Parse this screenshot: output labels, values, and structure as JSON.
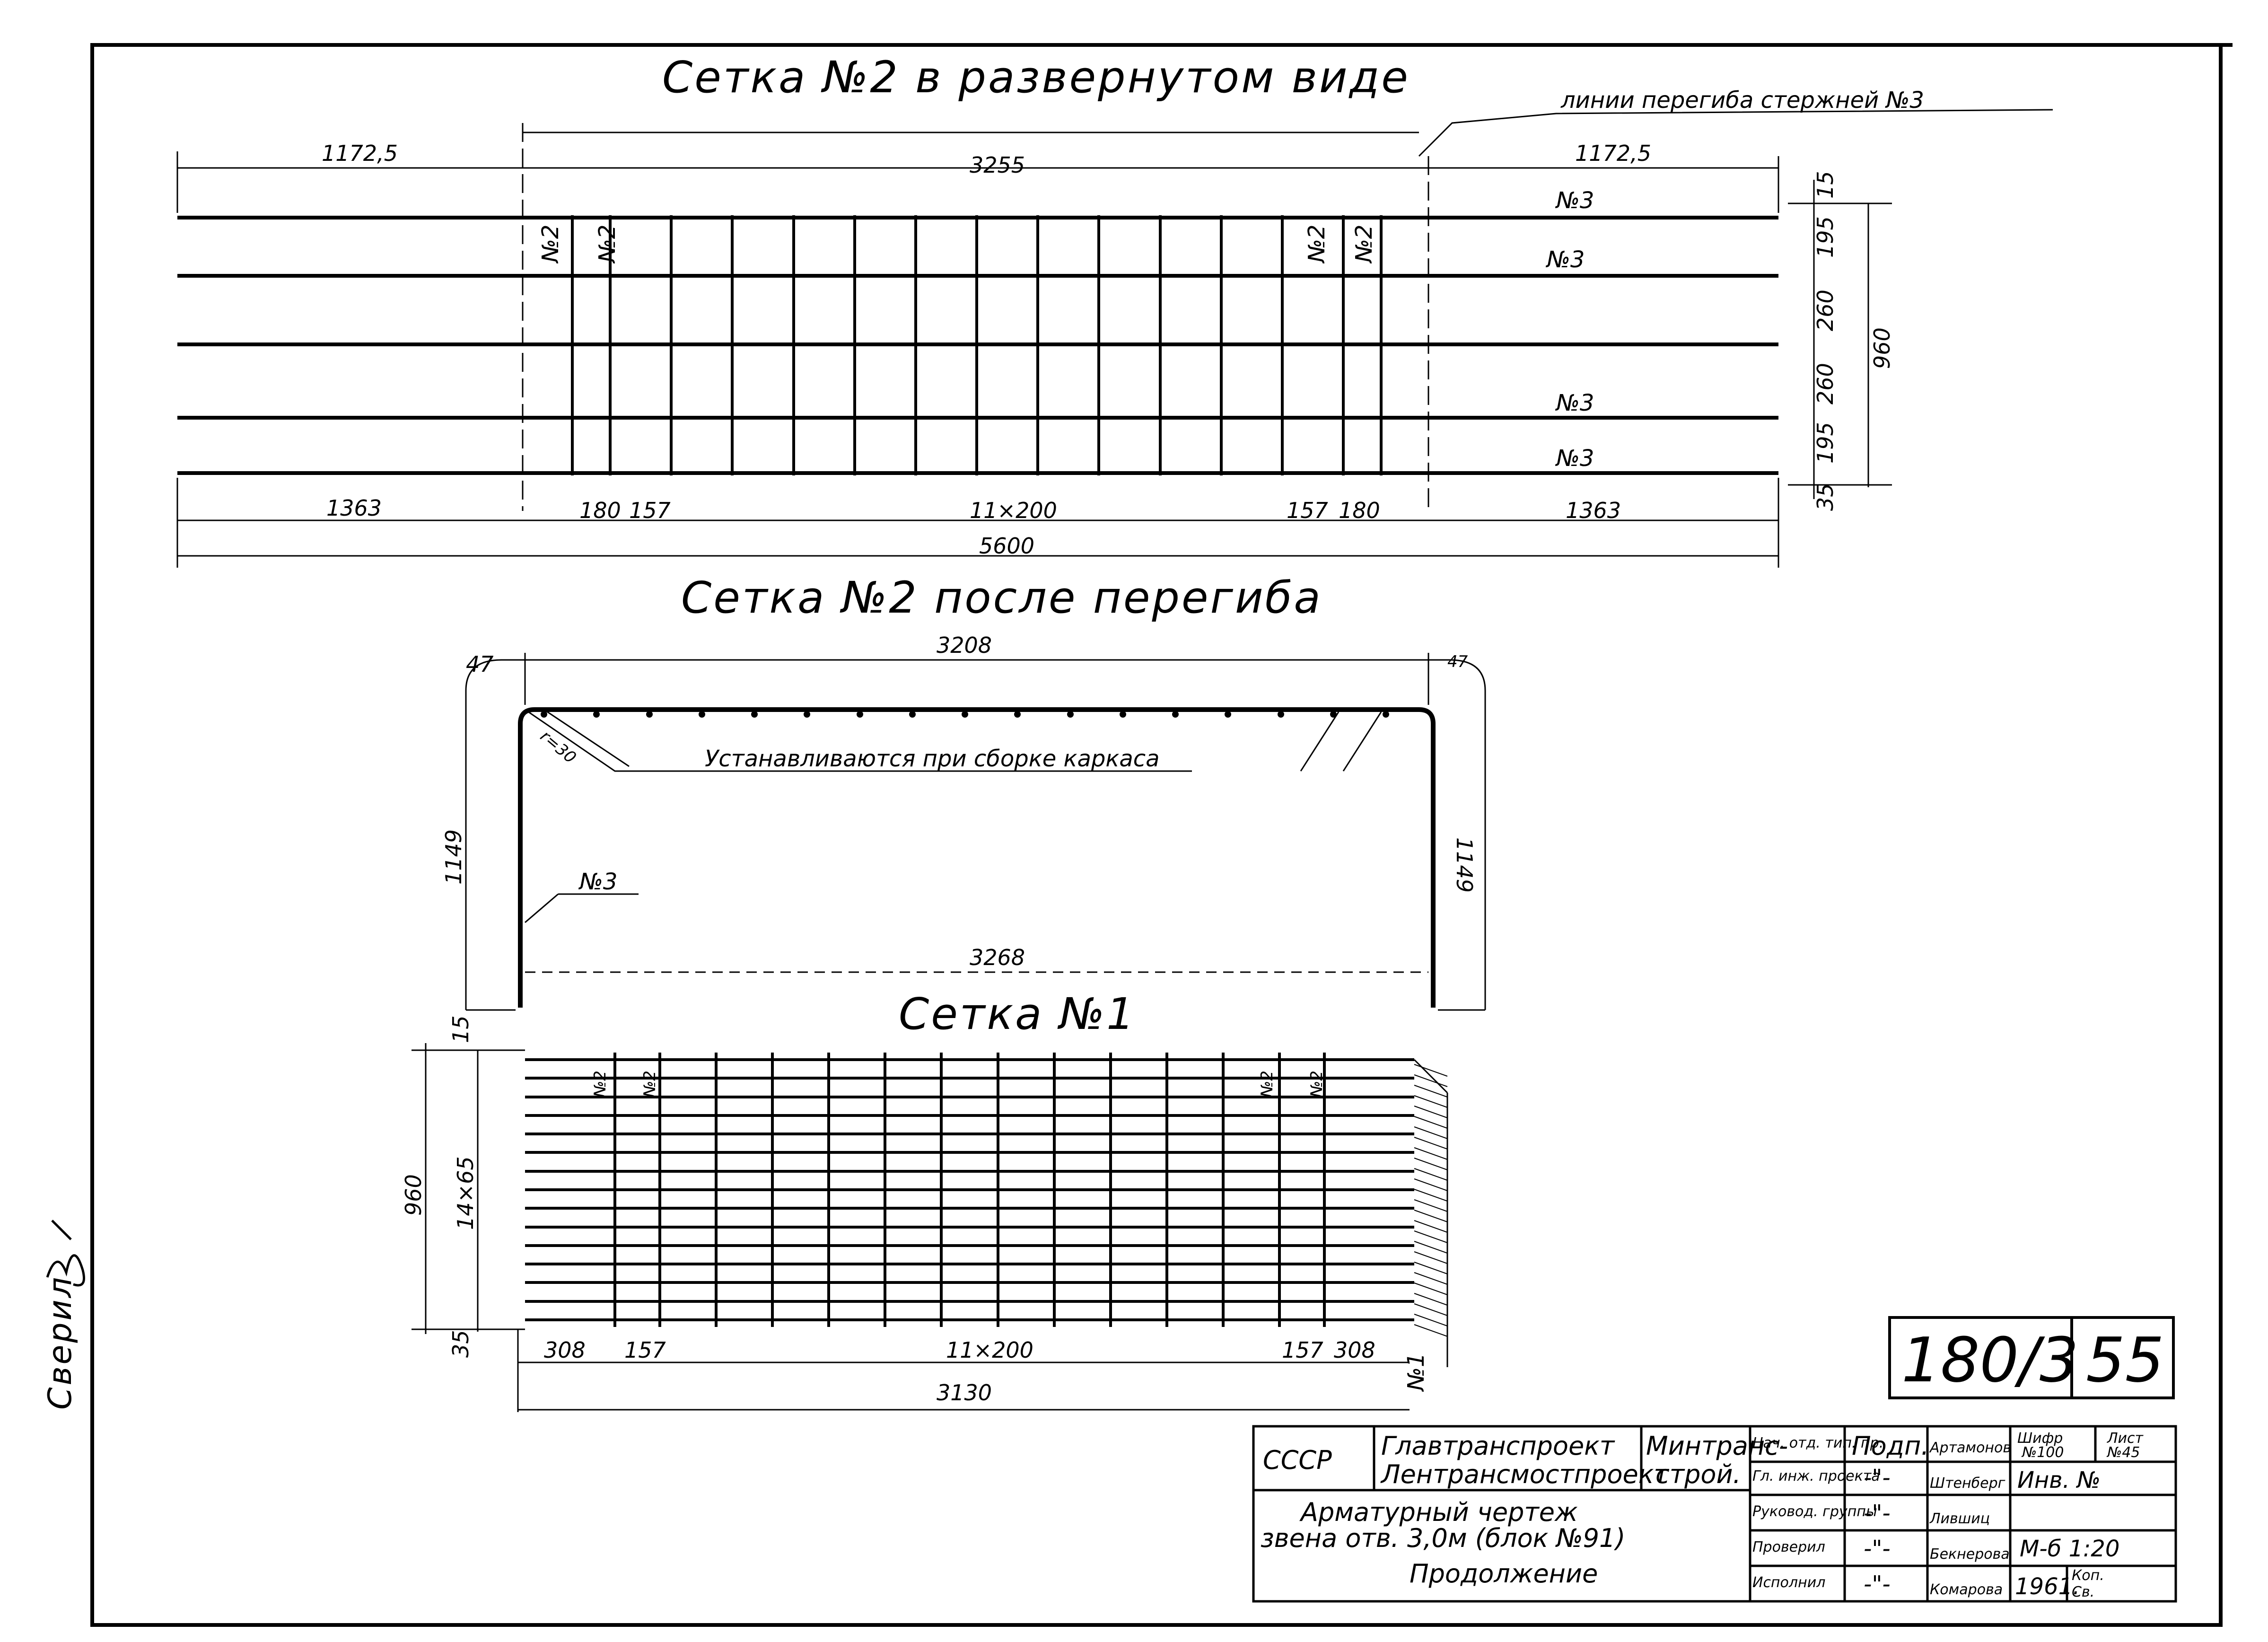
{
  "titles": {
    "mesh2_unfolded": "Сетка №2 в развернутом виде",
    "mesh2_bent": "Сетка №2 после перегиба",
    "mesh1": "Сетка №1",
    "bend_lines_note": "линии перегиба стержней №3"
  },
  "mesh2_unfolded": {
    "dims_top": [
      "1172,5",
      "3255",
      "1172,5"
    ],
    "dims_right": [
      "15",
      "195",
      "260",
      "260",
      "195",
      "35"
    ],
    "dim_total_height": "960",
    "dims_bottom": [
      "1363",
      "180",
      "157",
      "11×200",
      "157",
      "180",
      "1363"
    ],
    "dim_total_length": "5600",
    "bar_labels": [
      "№3",
      "№3",
      "№3",
      "№3"
    ],
    "rod_labels": [
      "№2",
      "№2",
      "№2",
      "№2"
    ]
  },
  "mesh2_bent": {
    "dim_top": "3208",
    "dim_corner_left": "47",
    "dim_corner_right": "47",
    "dim_height_left": "1149",
    "dim_height_right": "1149",
    "dim_bottom": "3268",
    "radius_label": "r=30",
    "note": "Устанавливаются при сборке каркаса",
    "bar_label": "№3"
  },
  "mesh1": {
    "dim_total_height": "960",
    "dim_spacing": "14×65",
    "dim_top_gap": "15",
    "dim_bottom_gap": "35",
    "dims_bottom": [
      "308",
      "157",
      "11×200",
      "157",
      "308"
    ],
    "dim_total_length": "3130",
    "rod_labels": [
      "№2",
      "№2",
      "№2",
      "№2"
    ],
    "side_label": "№1"
  },
  "sheet_code": {
    "series": "180/3",
    "page": "55"
  },
  "stamp": {
    "country": "СССР",
    "org1": "Главтранспроект",
    "org2": "Лентрансмостпроект",
    "ministry1": "Минтранс-",
    "ministry2": "строй.",
    "roles": [
      "Нач. отд. тип. пр.",
      "Гл. инж. проекта",
      "Руковод. группы",
      "Проверил",
      "Исполнил"
    ],
    "sign_header": "Подп.",
    "signs": [
      "-\"-",
      "-\"-",
      "-\"-",
      "-\"-"
    ],
    "names": [
      "Артамонов",
      "Штенберг",
      "Лившиц",
      "Бекнерова",
      "Комарова"
    ],
    "cipher_label": "Шифр",
    "cipher": "№100",
    "sheet_label": "Лист",
    "sheet": "№45",
    "inv": "Инв. №",
    "scale": "М-б 1:20",
    "year": "1961.",
    "copy1": "Коп.",
    "copy2": "Св.",
    "title1": "Арматурный чертеж",
    "title2": "звена отв. 3,0м (блок №91)",
    "title3": "Продолжение"
  },
  "side_note": "Сверил"
}
